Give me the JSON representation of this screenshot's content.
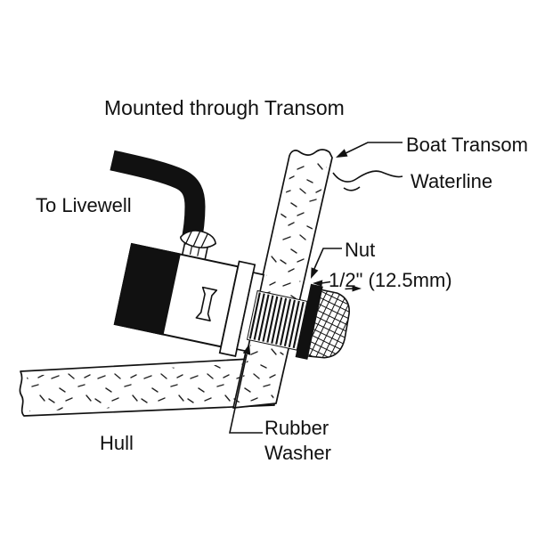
{
  "figure": {
    "title": "Mounted through Transom",
    "labels": {
      "hose_destination": "To Livewell",
      "boat_transom": "Boat Transom",
      "waterline": "Waterline",
      "nut": "Nut",
      "gap_dimension": "1/2\" (12.5mm)",
      "rubber_washer_line1": "Rubber",
      "rubber_washer_line2": "Washer",
      "hull": "Hull"
    },
    "colors": {
      "ink": "#111111",
      "background": "#ffffff"
    }
  }
}
